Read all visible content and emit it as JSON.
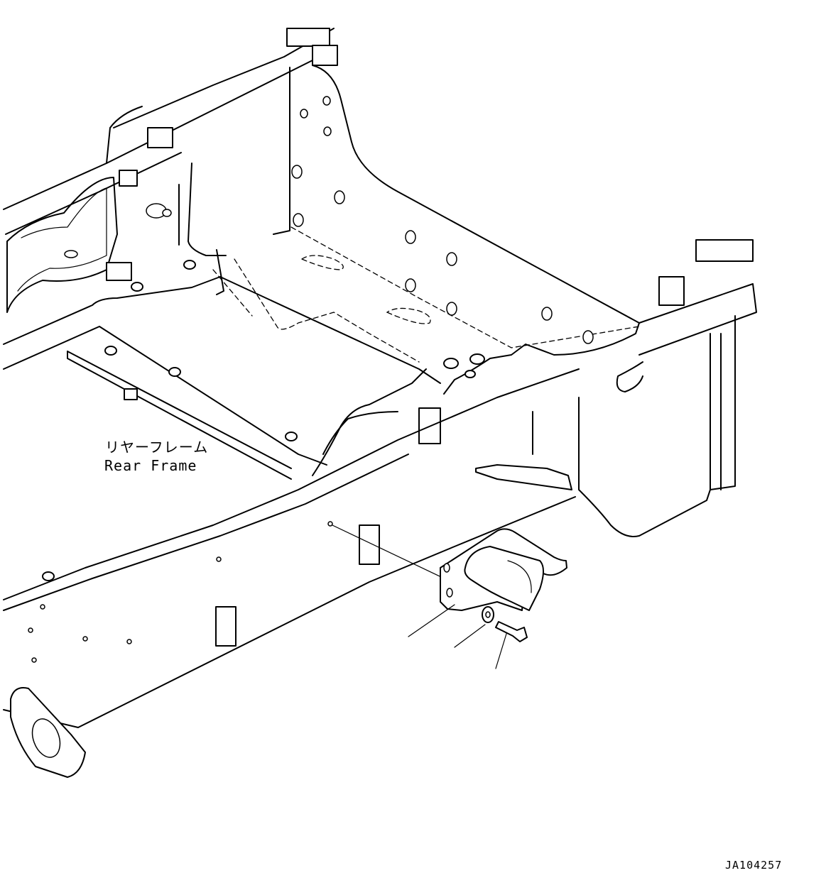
{
  "labels": {
    "rear_frame_jp": "リヤーフレーム",
    "rear_frame_en": "Rear Frame"
  },
  "drawing_code": "JA104257",
  "colors": {
    "line": "#000000",
    "background": "#ffffff"
  }
}
